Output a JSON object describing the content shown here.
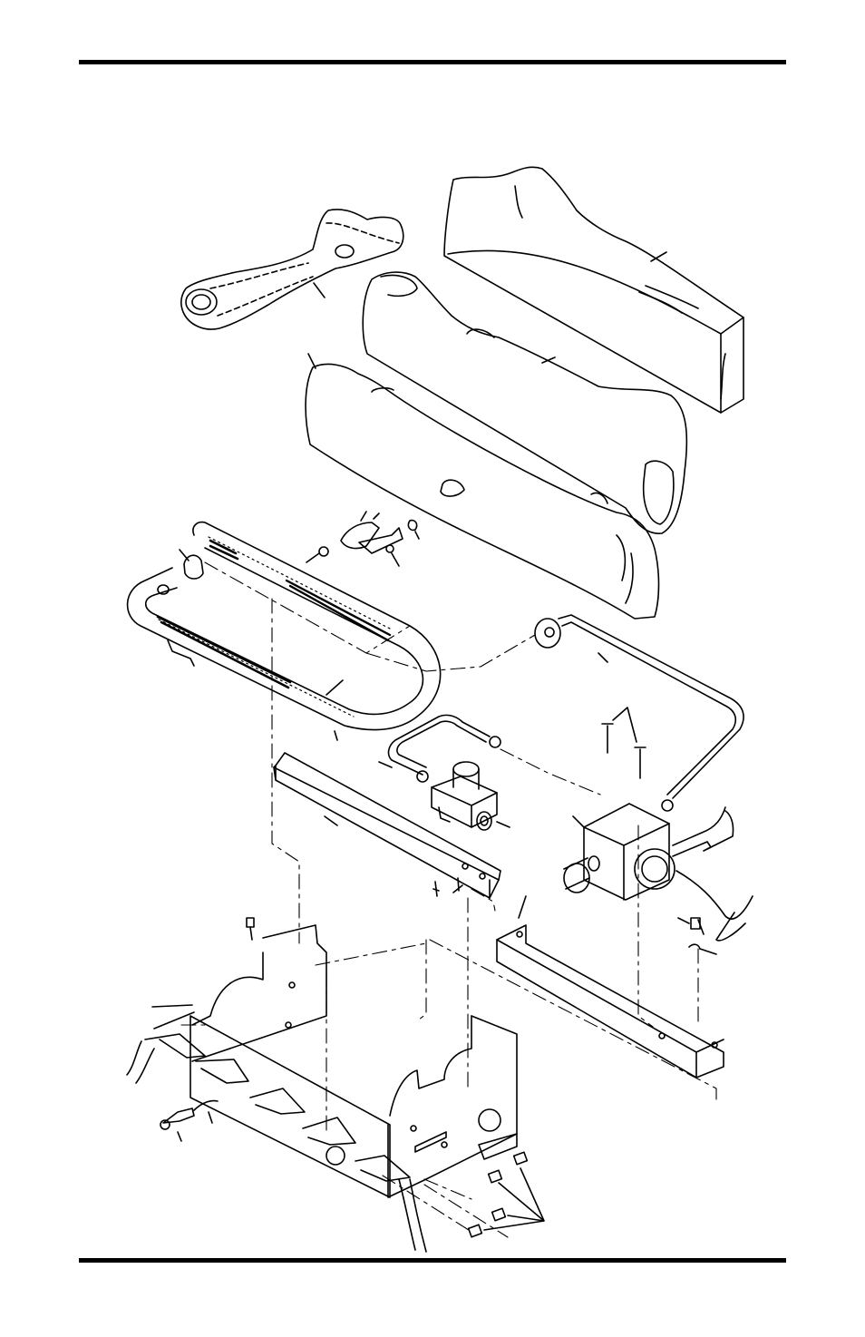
{
  "page": {
    "kind": "exploded-parts-diagram",
    "background": "#ffffff",
    "ink": "#000000",
    "header_rule": true,
    "footer_rule": true
  },
  "parts": [
    {
      "name": "top-small-log"
    },
    {
      "name": "rear-log"
    },
    {
      "name": "middle-log"
    },
    {
      "name": "front-log"
    },
    {
      "name": "u-burner"
    },
    {
      "name": "air-shutter"
    },
    {
      "name": "pilot-assembly"
    },
    {
      "name": "burner-bracket"
    },
    {
      "name": "regulator"
    },
    {
      "name": "regulator-tube"
    },
    {
      "name": "gas-valve"
    },
    {
      "name": "control-knob"
    },
    {
      "name": "valve-supply-tube"
    },
    {
      "name": "valve-bracket"
    },
    {
      "name": "grate"
    },
    {
      "name": "piezo-igniter"
    },
    {
      "name": "screws"
    }
  ]
}
